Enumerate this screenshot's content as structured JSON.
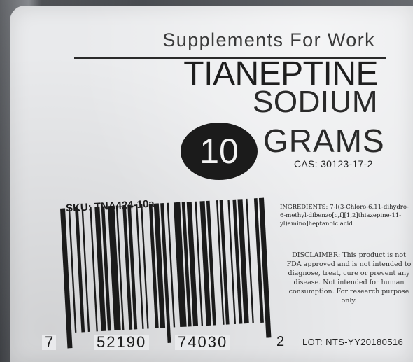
{
  "label": {
    "brand": "Supplements For Work",
    "product_name": "TIANEPTINE",
    "product_form": "SODIUM",
    "quantity": "10",
    "unit": "GRAMS",
    "cas": "CAS: 30123-17-2",
    "sku": "SKU: TNA424-10a",
    "ingredients": "INGREDIENTS: 7-[(3-Chloro-6,11-dihydro-6-methyl-dibenzo[c,f][1,2]thiazepine-11-yl)amino]heptanoic acid",
    "disclaimer": "DISCLAIMER: This product is not FDA approved and is not intended to diagnose, treat, cure or prevent any disease. Not intended for human consumption. For research purpose only.",
    "barcode": {
      "lead_digit": "7",
      "left_group": "52190",
      "right_group": "74030",
      "check_digit": "2"
    },
    "lot": "LOT: NTS-YY20180516"
  },
  "colors": {
    "label_background": "#e9eaec",
    "ink": "#1b1b1b",
    "foil": "#4a4d52"
  }
}
